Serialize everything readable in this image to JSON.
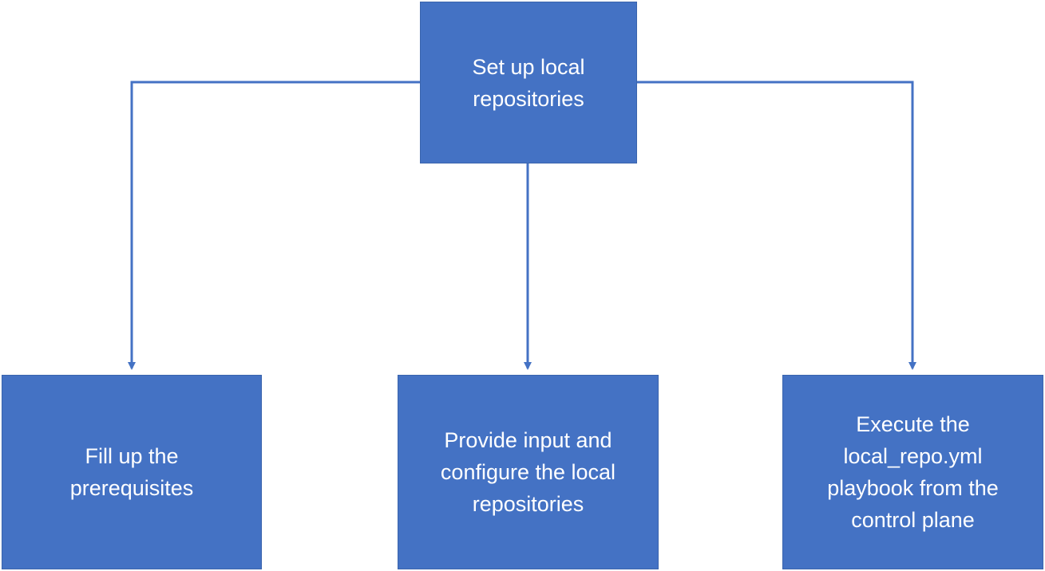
{
  "diagram": {
    "type": "flowchart",
    "colors": {
      "box_fill": "#4472c4",
      "box_text": "#ffffff",
      "connector": "#4472c4"
    },
    "nodes": {
      "root": {
        "label": "Set up local\nrepositories"
      },
      "step_1": {
        "label": "Fill up the\nprerequisites"
      },
      "step_2": {
        "label": "Provide input and\nconfigure the local\nrepositories"
      },
      "step_3": {
        "label": "Execute the\nlocal_repo.yml\nplaybook from the\ncontrol plane"
      }
    },
    "edges": [
      {
        "from": "root",
        "to": "step_1"
      },
      {
        "from": "root",
        "to": "step_2"
      },
      {
        "from": "root",
        "to": "step_3"
      }
    ]
  }
}
